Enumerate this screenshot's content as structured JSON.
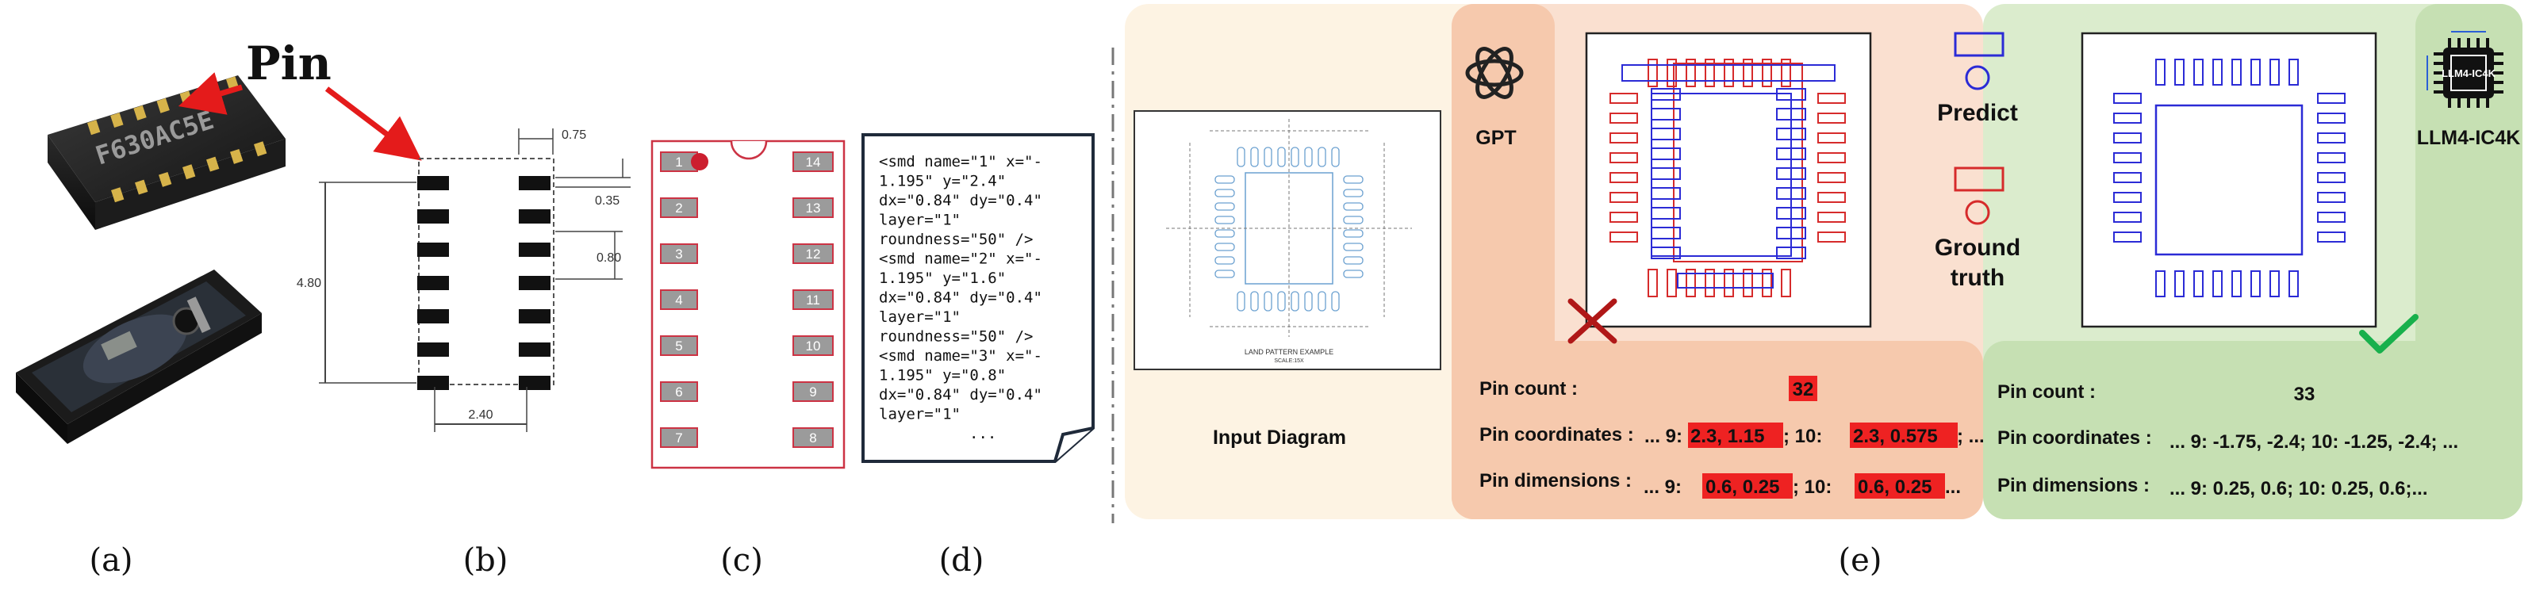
{
  "panels": {
    "a": {
      "caption": "(a)",
      "pin_label": "Pin",
      "chip_marking": "F630AC5E"
    },
    "b": {
      "caption": "(b)",
      "dim_top": "0.75",
      "dim_035": "0.35",
      "dim_080": "0.80",
      "dim_height": "4.80",
      "dim_width": "2.40"
    },
    "c": {
      "caption": "(c)",
      "left_pins": [
        "1",
        "2",
        "3",
        "4",
        "5",
        "6",
        "7"
      ],
      "right_pins": [
        "14",
        "13",
        "12",
        "11",
        "10",
        "9",
        "8"
      ]
    },
    "d": {
      "caption": "(d)",
      "code_lines": [
        "<smd name=\"1\" x=\"-",
        "1.195\" y=\"2.4\"",
        "dx=\"0.84\" dy=\"0.4\"",
        "layer=\"1\"",
        "roundness=\"50\" />",
        "<smd name=\"2\" x=\"-",
        "1.195\" y=\"1.6\"",
        "dx=\"0.84\" dy=\"0.4\"",
        "layer=\"1\"",
        "roundness=\"50\" />",
        "<smd name=\"3\" x=\"-",
        "1.195\" y=\"0.8\"",
        "dx=\"0.84\" dy=\"0.4\"",
        "layer=\"1\"",
        "..."
      ]
    },
    "e": {
      "caption": "(e)",
      "input_label": "Input Diagram",
      "land_pattern_title": "LAND PATTERN EXAMPLE",
      "land_pattern_scale": "SCALE:15X",
      "gpt_label": "GPT",
      "llm_label": "LLM4-IC4K",
      "chip_icon_text": "LLM4-IC4K",
      "legend_predict": "Predict",
      "legend_truth_line1": "Ground",
      "legend_truth_line2": "truth",
      "gpt_result": {
        "count_label": "Pin count :",
        "count_value": "32",
        "coord_label": "Pin coordinates :",
        "coord_parts": [
          "... 9: ",
          "2.3, 1.15",
          "; 10: ",
          "2.3, 0.575",
          "; ..."
        ],
        "dim_label": "Pin dimensions :",
        "dim_parts": [
          "... 9: ",
          "0.6, 0.25",
          "; 10: ",
          "0.6, 0.25",
          "..."
        ]
      },
      "llm_result": {
        "count_label": "Pin count :",
        "count_value": "33",
        "coord_label": "Pin coordinates :",
        "coord_value": "... 9: -1.75, -2.4; 10: -1.25, -2.4; ...",
        "dim_label": "Pin dimensions :",
        "dim_value": "... 9: 0.25, 0.6; 10: 0.25, 0.6;..."
      }
    }
  },
  "colors": {
    "input_bg": "#fdf3e3",
    "gpt_bg": "#f6c9ad",
    "gpt_bg_light": "#fae0d0",
    "llm_bg": "#dbeccd",
    "llm_bg_dark": "#c6e0b3",
    "predict": "#2b2bd6",
    "truth": "#d62b2b",
    "error_highlight": "#ee2222",
    "wrong_mark": "#b01818",
    "right_mark": "#18b04c",
    "arrow": "#e41b1b"
  }
}
